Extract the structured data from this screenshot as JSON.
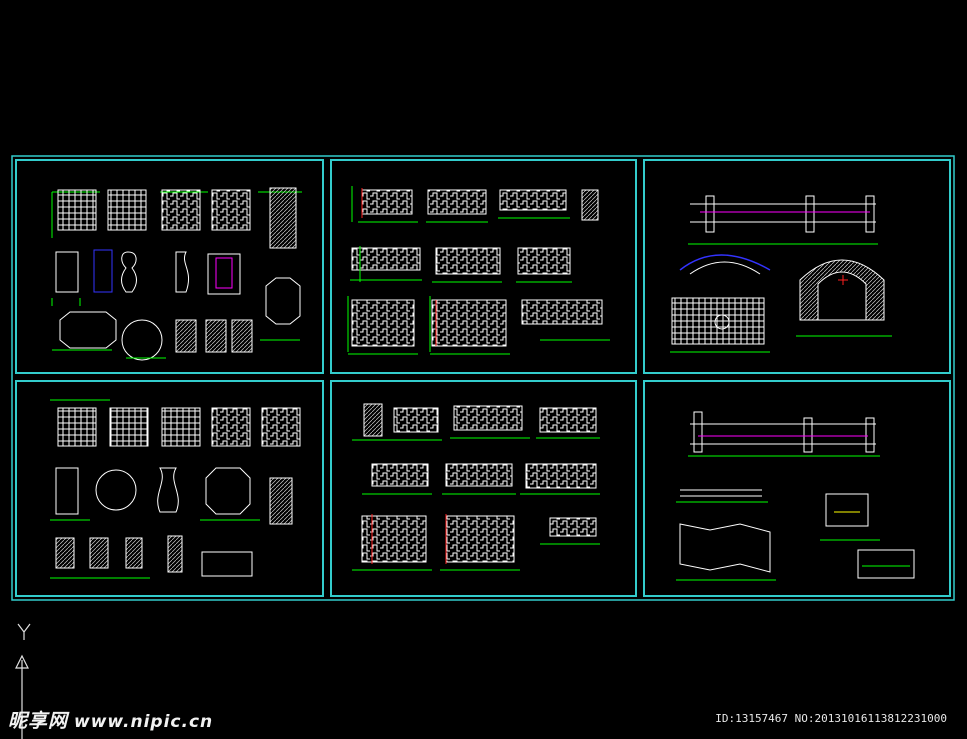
{
  "watermark": {
    "site_name": "昵享网",
    "url": "www.nipic.cn"
  },
  "image_id": "ID:13157467 NO:20131016113812231000",
  "colors": {
    "background": "#000000",
    "sheet_border": "#33cccc",
    "line_white": "#ffffff",
    "line_green": "#00ff00",
    "line_blue": "#3333ff",
    "line_magenta": "#ff00ff",
    "line_red": "#ff2020",
    "line_yellow": "#ffff00"
  },
  "ucs_icon": {
    "axis_label": "Y"
  }
}
